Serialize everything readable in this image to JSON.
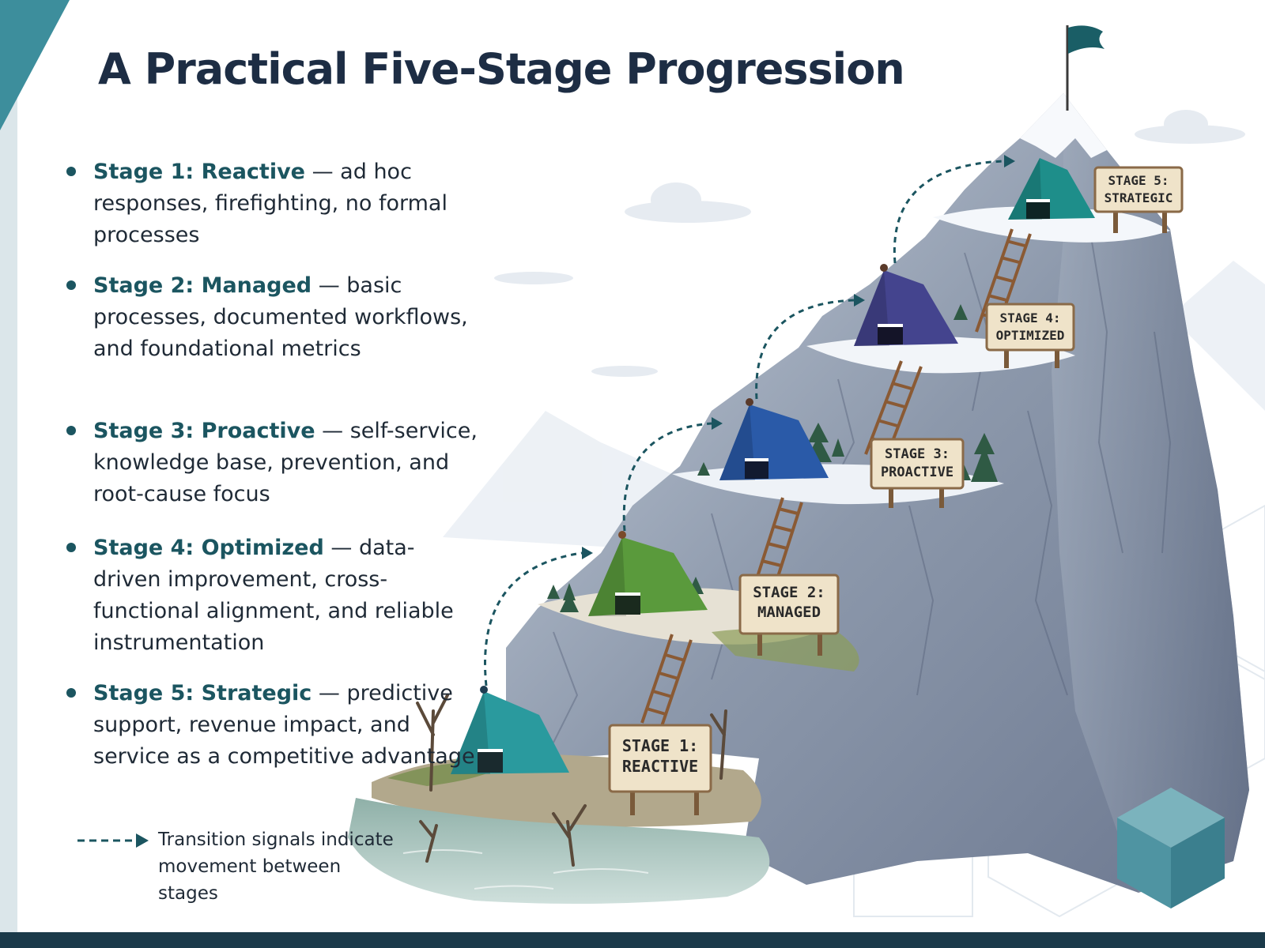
{
  "title": "A Practical Five-Stage Progression",
  "stages": [
    {
      "name": "Stage 1: Reactive",
      "description": "— ad hoc responses, firefighting, no formal processes"
    },
    {
      "name": "Stage 2: Managed",
      "description": "— basic processes, documented workflows, and foundational metrics"
    },
    {
      "name": "Stage 3: Proactive",
      "description": "— self-service, knowledge base, prevention, and root-cause focus"
    },
    {
      "name": "Stage 4: Optimized",
      "description": "— data-driven improvement, cross-functional alignment, and reliable instrumentation"
    },
    {
      "name": "Stage 5: Strategic",
      "description": "— predictive support, revenue impact, and service as a competitive advantage"
    }
  ],
  "signs": [
    {
      "line1": "STAGE 1:",
      "line2": "REACTIVE"
    },
    {
      "line1": "STAGE 2:",
      "line2": "MANAGED"
    },
    {
      "line1": "STAGE 3:",
      "line2": "PROACTIVE"
    },
    {
      "line1": "STAGE 4:",
      "line2": "OPTIMIZED"
    },
    {
      "line1": "STAGE 5:",
      "line2": "STRATEGIC"
    }
  ],
  "tent_colors": [
    "#2a9a9e",
    "#5a9a3c",
    "#2a5aa8",
    "#44448e",
    "#1e8e8a"
  ],
  "legend": {
    "text": "Transition signals indicate movement between stages"
  },
  "colors": {
    "accent": "#1b5560",
    "title": "#1d2d44",
    "teal_corner": "#3d8e9c",
    "bottom_bar": "#1b3a4a",
    "sign_wood": "#efe3c9"
  },
  "icons": [
    "flag-icon",
    "tent-icon",
    "ladder-icon",
    "sign-icon",
    "dashed-arrow-icon",
    "cube-icon"
  ]
}
